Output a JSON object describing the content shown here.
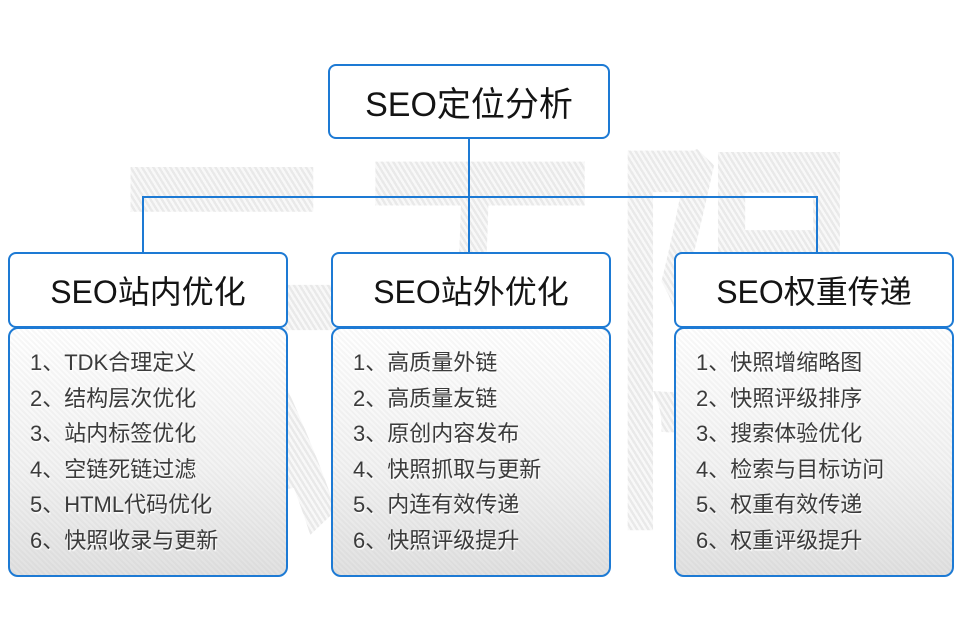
{
  "title": "SEO定位分析",
  "watermark": "云无限",
  "colors": {
    "accent_border": "#1d7ad4",
    "node_text": "#141414",
    "item_text": "#3b3b3b",
    "panel_gradient_top": "#ffffff",
    "panel_gradient_bottom": "#e1e1e1",
    "watermark_gray": "#e9e9e9"
  },
  "columns": [
    {
      "header": "SEO站内优化",
      "items": [
        "1、TDK合理定义",
        "2、结构层次优化",
        "3、站内标签优化",
        "4、空链死链过滤",
        "5、HTML代码优化",
        "6、快照收录与更新"
      ]
    },
    {
      "header": "SEO站外优化",
      "items": [
        "1、高质量外链",
        "2、高质量友链",
        "3、原创内容发布",
        "4、快照抓取与更新",
        "5、内连有效传递",
        "6、快照评级提升"
      ]
    },
    {
      "header": "SEO权重传递",
      "items": [
        "1、快照增缩略图",
        "2、快照评级排序",
        "3、搜索体验优化",
        "4、检索与目标访问",
        "5、权重有效传递",
        "6、权重评级提升"
      ]
    }
  ]
}
